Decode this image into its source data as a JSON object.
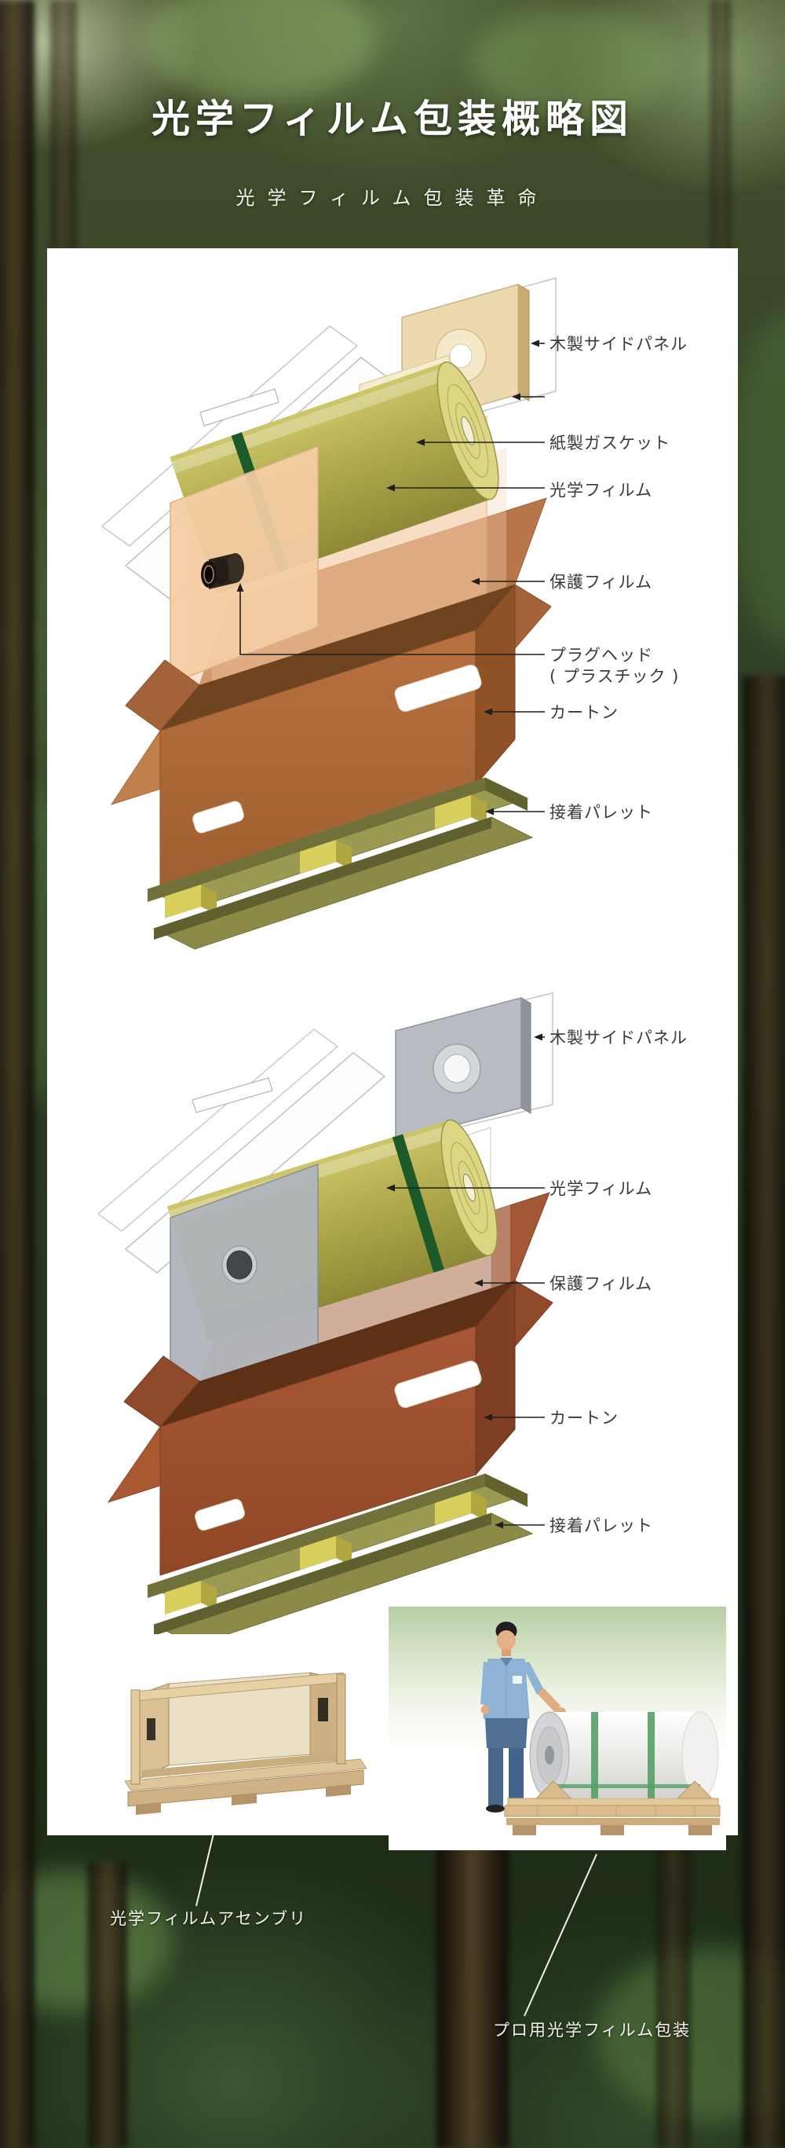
{
  "header": {
    "title": "光学フィルム包装概略図",
    "subtitle": "光学フィルム包装革命"
  },
  "diagram_top": {
    "labels": {
      "side_panel": "木製サイドパネル",
      "gasket": "紙製ガスケット",
      "film": "光学フィルム",
      "protective_film": "保護フィルム",
      "plug_head_line1": "プラグヘッド",
      "plug_head_line2": "( プラスチック )",
      "carton": "カートン",
      "pallet": "接着パレット"
    }
  },
  "diagram_bottom": {
    "labels": {
      "side_panel": "木製サイドパネル",
      "film": "光学フィルム",
      "protective_film": "保護フィルム",
      "carton": "カートン",
      "pallet": "接着パレット"
    }
  },
  "footer": {
    "assembly_caption": "光学フィルムアセンブリ",
    "packaging_caption": "プロ用光学フィルム包装"
  },
  "colors": {
    "forest_background": "#2c3c22",
    "card": "#ffffff",
    "film_roll_olive": "#b0aa4c",
    "film_green_band": "#1c5a2a",
    "carton_top_diagram": "#b06a38",
    "carton_bottom_diagram": "#9c5030",
    "pallet_olive": "#9a9a52",
    "pallet_block_yellow": "#d9cf5c",
    "wood_panel_cream": "#ecdaae",
    "metal_panel_gray": "#b8bcc2",
    "strap_green": "#55a065",
    "label_text": "#3a3a3a",
    "caption_text": "#f5f5f0"
  }
}
